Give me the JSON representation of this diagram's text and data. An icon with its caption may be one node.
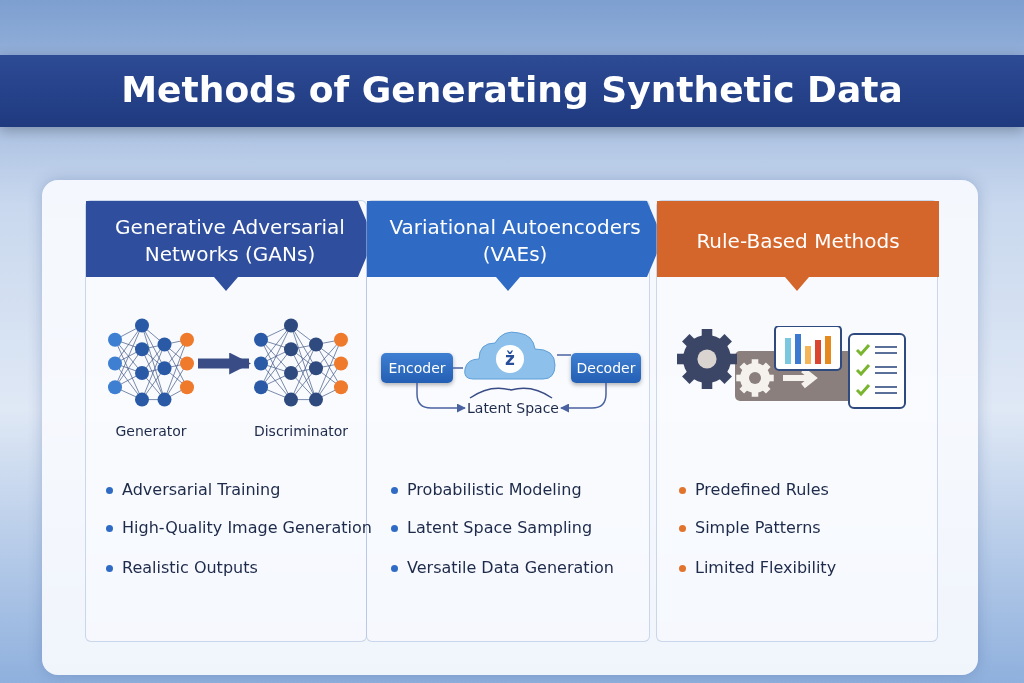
{
  "diagram": {
    "title": "Methods of Generating Synthetic Data",
    "nodes": [
      {
        "text": [
          "Generative Adversarial Networks (GANs)"
        ]
      },
      {
        "text": [
          "Generator"
        ],
        "in": 0
      },
      {
        "text": [
          "Discriminator"
        ],
        "in": 0
      },
      {
        "text": [
          "Variational Autoencoders (VAEs)"
        ]
      },
      {
        "text": [
          "Encoder"
        ],
        "in": 3
      },
      {
        "text": [
          "ž"
        ],
        "in": 3
      },
      {
        "text": [
          "Decoder"
        ],
        "in": 3
      },
      {
        "text": [
          "Latent Space"
        ],
        "in": 3
      },
      {
        "text": [
          "Rule-Based Methods"
        ]
      }
    ],
    "edges": [
      {
        "from": 1,
        "to": 2,
        "arrow": "to",
        "style": "thick"
      },
      {
        "from": 4,
        "to": 5,
        "arrow": "none"
      },
      {
        "from": 5,
        "to": 6,
        "arrow": "none"
      },
      {
        "from": 4,
        "to": 7,
        "arrow": "to"
      },
      {
        "from": 6,
        "to": 7,
        "arrow": "to"
      }
    ],
    "labels": [
      "Adversarial Training",
      "High-Quality Image Generation",
      "Realistic Outputs",
      "Probabilistic Modeling",
      "Latent Space Sampling",
      "Versatile Data Generation",
      "Predefined Rules",
      "Simple Patterns",
      "Limited Flexibility"
    ]
  }
}
